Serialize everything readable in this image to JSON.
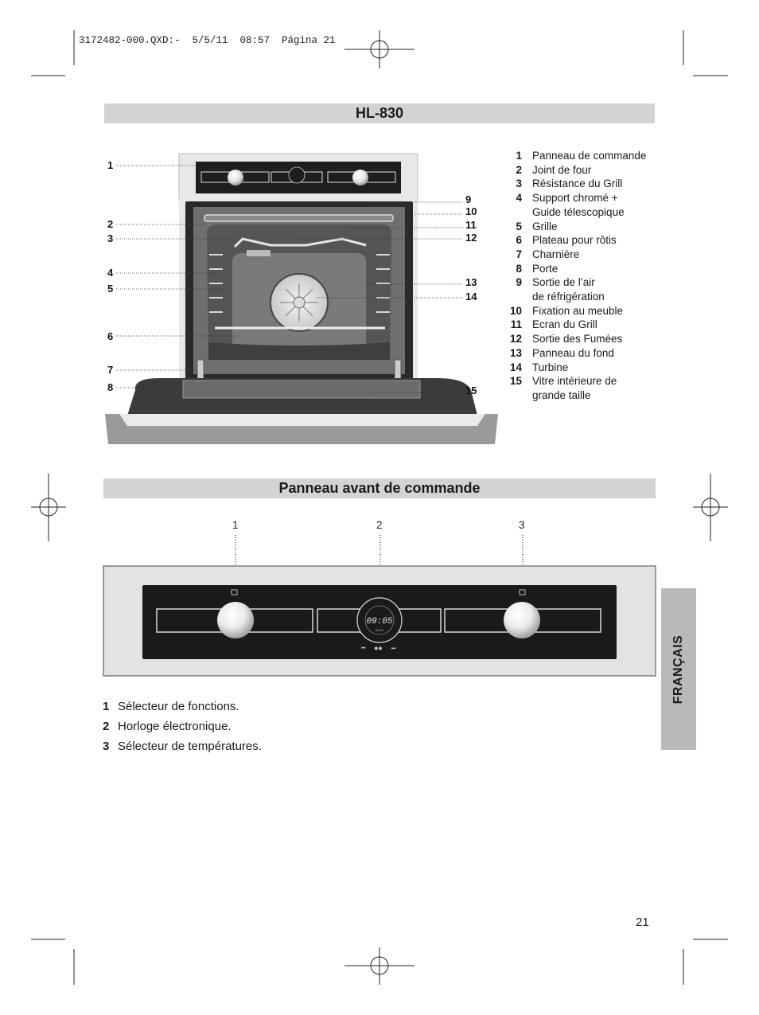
{
  "header": {
    "slug": "3172482-000.QXD:-  5/5/11  08:57  Página 21"
  },
  "section1": {
    "title": "HL-830"
  },
  "oven_callouts": [
    "1",
    "2",
    "3",
    "4",
    "5",
    "6",
    "7",
    "8",
    "9",
    "10",
    "11",
    "12",
    "13",
    "14",
    "15"
  ],
  "legend": [
    {
      "num": "1",
      "text": "Panneau de commande"
    },
    {
      "num": "2",
      "text": "Joint de four"
    },
    {
      "num": "3",
      "text": "Résistance du Grill"
    },
    {
      "num": "4",
      "text": "Support chromé +"
    },
    {
      "num": "",
      "text": "Guide télescopique"
    },
    {
      "num": "5",
      "text": "Grille"
    },
    {
      "num": "6",
      "text": "Plateau pour rôtis"
    },
    {
      "num": "7",
      "text": "Charnière"
    },
    {
      "num": "8",
      "text": "Porte"
    },
    {
      "num": "9",
      "text": "Sortie de l’air"
    },
    {
      "num": "",
      "text": "de réfrigération"
    },
    {
      "num": "10",
      "text": "Fixation au meuble"
    },
    {
      "num": "11",
      "text": "Ecran du Grill"
    },
    {
      "num": "12",
      "text": "Sortie des Fumées"
    },
    {
      "num": "13",
      "text": "Panneau du fond"
    },
    {
      "num": "14",
      "text": "Turbine"
    },
    {
      "num": "15",
      "text": "Vitre intérieure de"
    },
    {
      "num": "",
      "text": "grande taille"
    }
  ],
  "section2": {
    "title": "Panneau avant de commande"
  },
  "panel": {
    "callouts": [
      "1",
      "2",
      "3"
    ],
    "clock_time": "09:05",
    "clock_mode": "AUTO"
  },
  "descriptions": [
    {
      "num": "1",
      "text": "Sélecteur de fonctions."
    },
    {
      "num": "2",
      "text": "Horloge électronique."
    },
    {
      "num": "3",
      "text": "Sélecteur de températures."
    }
  ],
  "side_tab": {
    "label": "FRANÇAIS"
  },
  "page_number": "21"
}
